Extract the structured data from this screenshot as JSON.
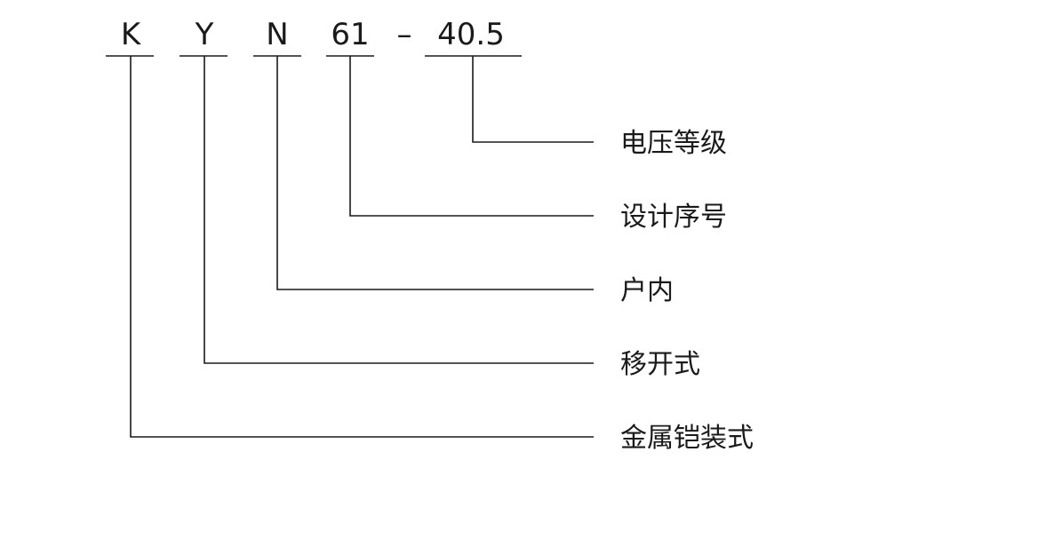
{
  "code_parts": [
    {
      "text": "K",
      "meaning": "金属铠装式"
    },
    {
      "text": "Y",
      "meaning": "移开式"
    },
    {
      "text": "N",
      "meaning": "户内"
    },
    {
      "text": "61",
      "meaning": "设计序号"
    },
    {
      "text": "40.5",
      "meaning": "电压等级"
    }
  ],
  "separator": "–"
}
